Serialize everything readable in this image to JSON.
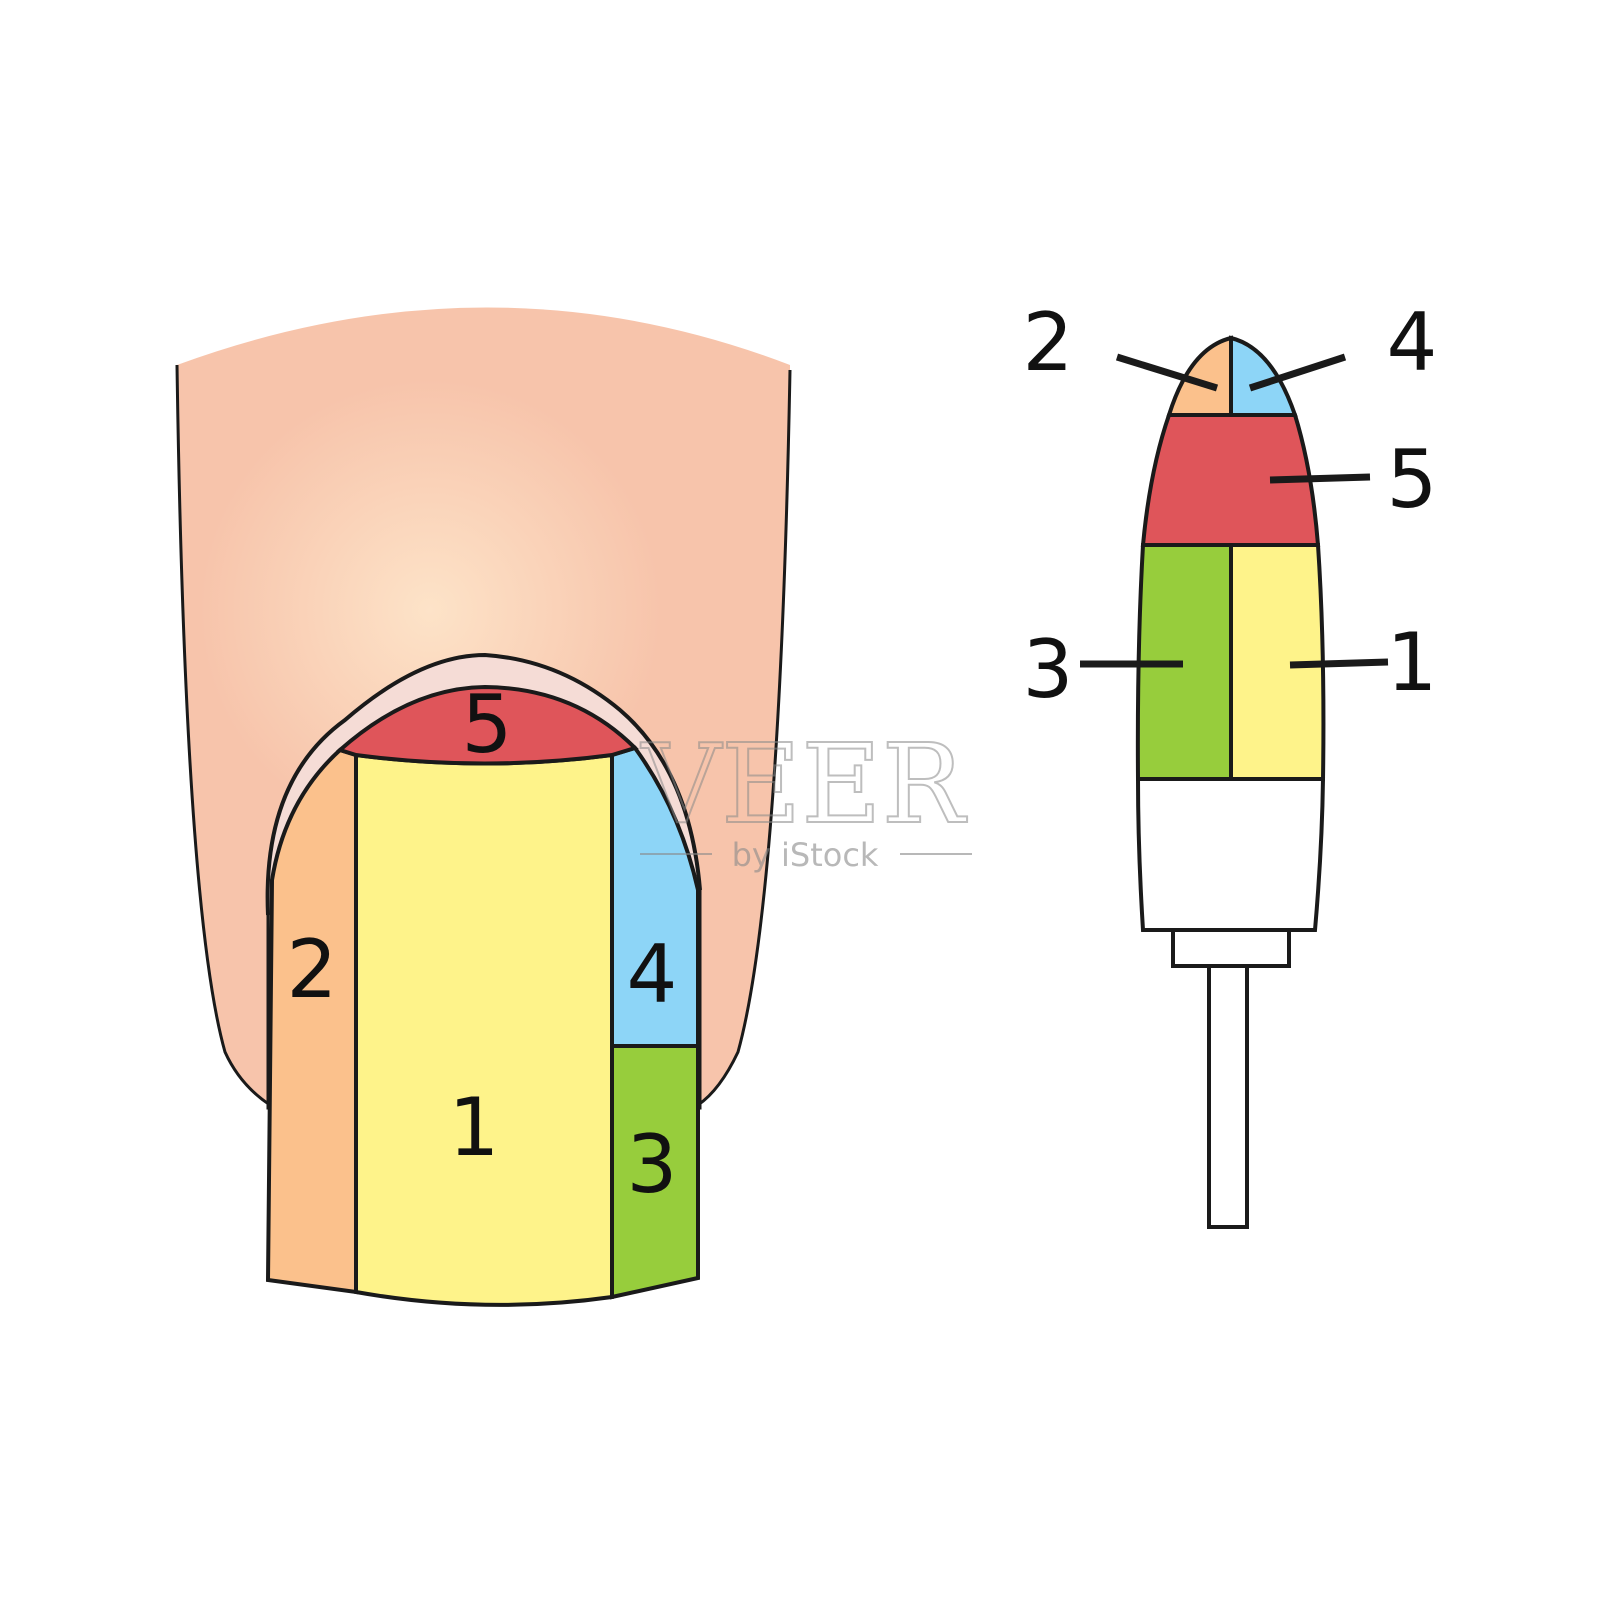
{
  "colors": {
    "skin": "#f7c4ab",
    "skin_highlight": "#fde3c8",
    "cuticle": "#f5dcd6",
    "zone1": "#fef38a",
    "zone2": "#fbc18c",
    "zone3": "#97cd3c",
    "zone4": "#8dd5f7",
    "zone5": "#df555a",
    "outline": "#1a1a1a"
  },
  "nail": {
    "zone_labels": {
      "z1": "1",
      "z2": "2",
      "z3": "3",
      "z4": "4",
      "z5": "5"
    }
  },
  "bit": {
    "zone_labels": {
      "z1": "1",
      "z2": "2",
      "z3": "3",
      "z4": "4",
      "z5": "5"
    }
  },
  "watermark": {
    "brand": "VEER",
    "sub": "by iStock"
  }
}
